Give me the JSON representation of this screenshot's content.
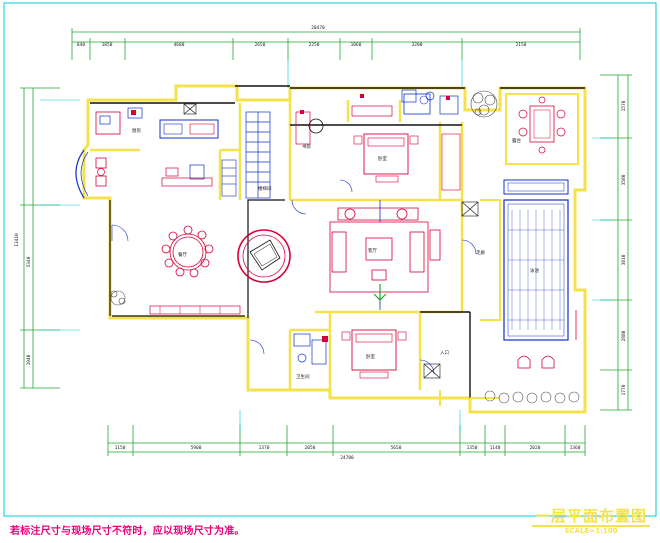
{
  "drawing": {
    "title": "一层平面布置图",
    "scale": "SCALE=1:100",
    "note": "若标注尺寸与现场尺寸不符时，应以现场尺寸为准。",
    "colors": {
      "wall": "#f5e24a",
      "wall_dark": "#111111",
      "grid": "#00c8d8",
      "furniture": "#d8003a",
      "dimension": "#1fa82e",
      "line": "#1030c8",
      "note": "#e8007a"
    }
  },
  "dimensions": {
    "top_total": "20470",
    "top": [
      "840",
      "1850",
      "4680",
      "2650",
      "2250",
      "1060",
      "3200",
      "2150"
    ],
    "bottom_total": "24700",
    "bottom": [
      "1150",
      "5900",
      "1370",
      "2050",
      "5650",
      "1350",
      "1140",
      "2020",
      "1360"
    ],
    "left": [
      "13410",
      "5340",
      "1940"
    ],
    "right": [
      "1570",
      "3580",
      "3810",
      "2880",
      "1770"
    ]
  },
  "rooms": [
    {
      "key": "kitchen",
      "label": "厨房"
    },
    {
      "key": "dining",
      "label": "餐厅"
    },
    {
      "key": "living",
      "label": "客厅"
    },
    {
      "key": "bedroom1",
      "label": "卧室"
    },
    {
      "key": "bedroom2",
      "label": "卧室"
    },
    {
      "key": "study",
      "label": "书房"
    },
    {
      "key": "bath",
      "label": "卫生间"
    },
    {
      "key": "stair",
      "label": "楼梯间"
    },
    {
      "key": "pool",
      "label": "泳池"
    },
    {
      "key": "terrace",
      "label": "露台"
    },
    {
      "key": "entry",
      "label": "入口"
    },
    {
      "key": "corridor",
      "label": "走廊"
    }
  ]
}
